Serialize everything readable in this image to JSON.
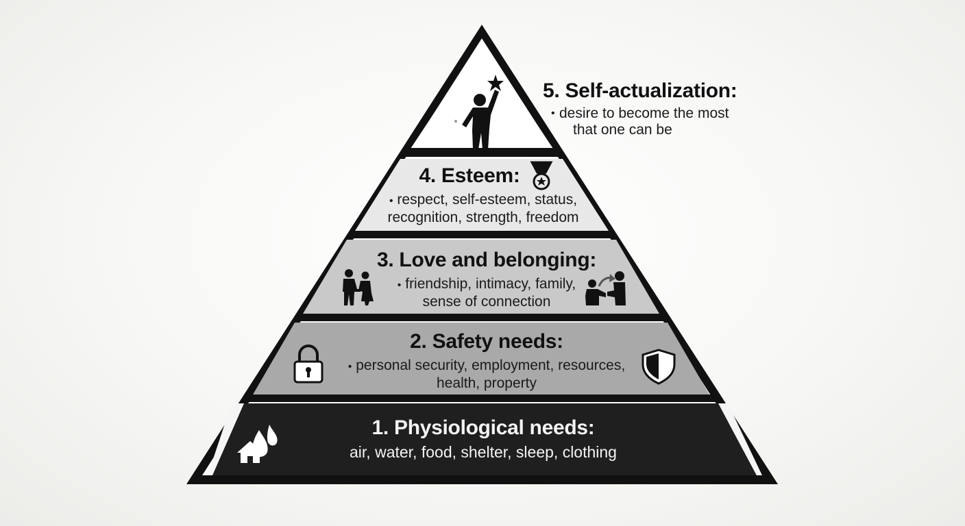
{
  "levels": [
    {
      "number": "5.",
      "title": "Self-actualization:",
      "bullet": "•",
      "lines": [
        "desire to become the most",
        "that one can be"
      ],
      "icons": [
        "person-reaching-star-icon"
      ]
    },
    {
      "number": "4.",
      "title": "Esteem:",
      "bullet": "•",
      "lines": [
        "respect, self-esteem, status,",
        "recognition, strength, freedom"
      ],
      "icons": [
        "medal-icon"
      ]
    },
    {
      "number": "3.",
      "title": "Love and belonging:",
      "bullet": "•",
      "lines": [
        "friendship, intimacy, family,",
        "sense of connection"
      ],
      "icons": [
        "couple-holding-hands-icon",
        "people-embracing-icon"
      ]
    },
    {
      "number": "2.",
      "title": "Safety needs:",
      "bullet": "•",
      "lines": [
        "personal security, employment, resources,",
        "health, property"
      ],
      "icons": [
        "padlock-icon",
        "shield-icon"
      ]
    },
    {
      "number": "1.",
      "title": "Physiological needs:",
      "bullet": "",
      "lines": [
        "air, water, food, shelter, sleep, clothing"
      ],
      "icons": [
        "house-water-drops-icon"
      ]
    }
  ],
  "colors": {
    "outline": "#111111",
    "tier5": "#ffffff",
    "tier4": "#e8e8e8",
    "tier3": "#c9c9c9",
    "tier2": "#a9a9a9",
    "tier1": "#1f1f1f"
  }
}
